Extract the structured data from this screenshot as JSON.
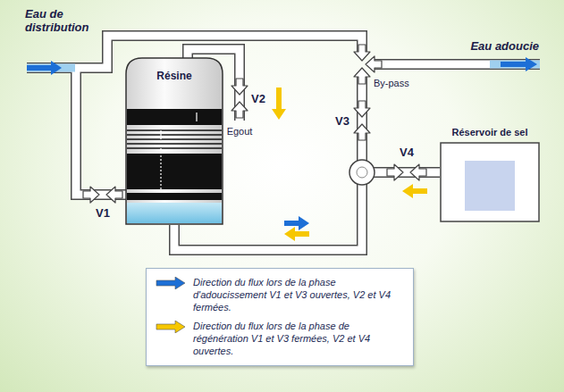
{
  "diagram": {
    "nodes": [
      {
        "text": [
          "Résine"
        ]
      },
      {
        "text": [
          "Réservoir de sel"
        ]
      }
    ],
    "edges": [
      {
        "from": 1,
        "to": 0,
        "arrow": "none"
      }
    ],
    "labels": [
      "Eau de distribution",
      "Eau adoucie",
      "V1",
      "V2",
      "V3",
      "V4",
      "Egout",
      "By-pass"
    ],
    "legend": [
      {
        "text": "Direction du flux lors de la phase d'adoucissement V1 et V3 ouvertes, V2 et V4 fermées.",
        "color": "#1d6fd6"
      },
      {
        "text": "Direction du flux lors de la phase de régénération V1 et V3 fermées, V2 et V4 ouvertes.",
        "color": "#f6c700"
      }
    ]
  }
}
